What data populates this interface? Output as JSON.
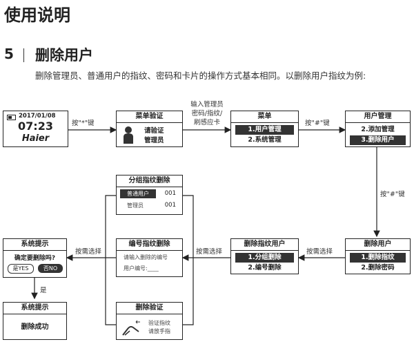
{
  "doc": {
    "title": "使用说明",
    "section_number": "5",
    "section_title": "删除用户",
    "intro": "删除管理员、普通用户的指纹、密码和卡片的操作方式基本相同。以删除用户指纹为例:"
  },
  "device": {
    "date": "2017/01/08",
    "time": "07:23",
    "brand": "Haier"
  },
  "verify": {
    "title": "菜单验证",
    "line1": "请验证",
    "line2": "管理员"
  },
  "menu": {
    "title": "菜单",
    "item1": "1.用户管理",
    "item2": "2.系统管理"
  },
  "usermgmt": {
    "title": "用户管理",
    "item1": "2.添加管理",
    "item2": "3.删除用户"
  },
  "deleteuser": {
    "title": "删除用户",
    "item1": "1.删除指纹",
    "item2": "2.删除密码"
  },
  "delfpuser": {
    "title": "删除指纹用户",
    "item1": "1.分组删除",
    "item2": "2.编号删除"
  },
  "group": {
    "title": "分组指纹删除",
    "row1_label": "普通用户",
    "row1_value": "001",
    "row2_label": "管理员",
    "row2_value": "001"
  },
  "number": {
    "title": "编号指纹删除",
    "prompt": "请输入删除的编号",
    "field_label": "用户编号:____"
  },
  "delverify": {
    "title": "删除验证",
    "line1": "验证指纹",
    "line2": "请放手指"
  },
  "sysprompt1": {
    "title": "系统提示",
    "question": "确定要删除吗?",
    "yes": "是YES",
    "no": "否NO"
  },
  "sysprompt2": {
    "title": "系统提示",
    "message": "删除成功"
  },
  "edges": {
    "press_star": "按\"*\"键",
    "input_line1": "输入管理员",
    "input_line2": "密码/指纹/",
    "input_line3": "刷感应卡",
    "press_hash1": "按\"#\"键",
    "press_hash2": "按\"#\"键",
    "choose1": "按需选择",
    "choose2": "按需选择",
    "choose3": "按需选择",
    "yes": "是"
  }
}
